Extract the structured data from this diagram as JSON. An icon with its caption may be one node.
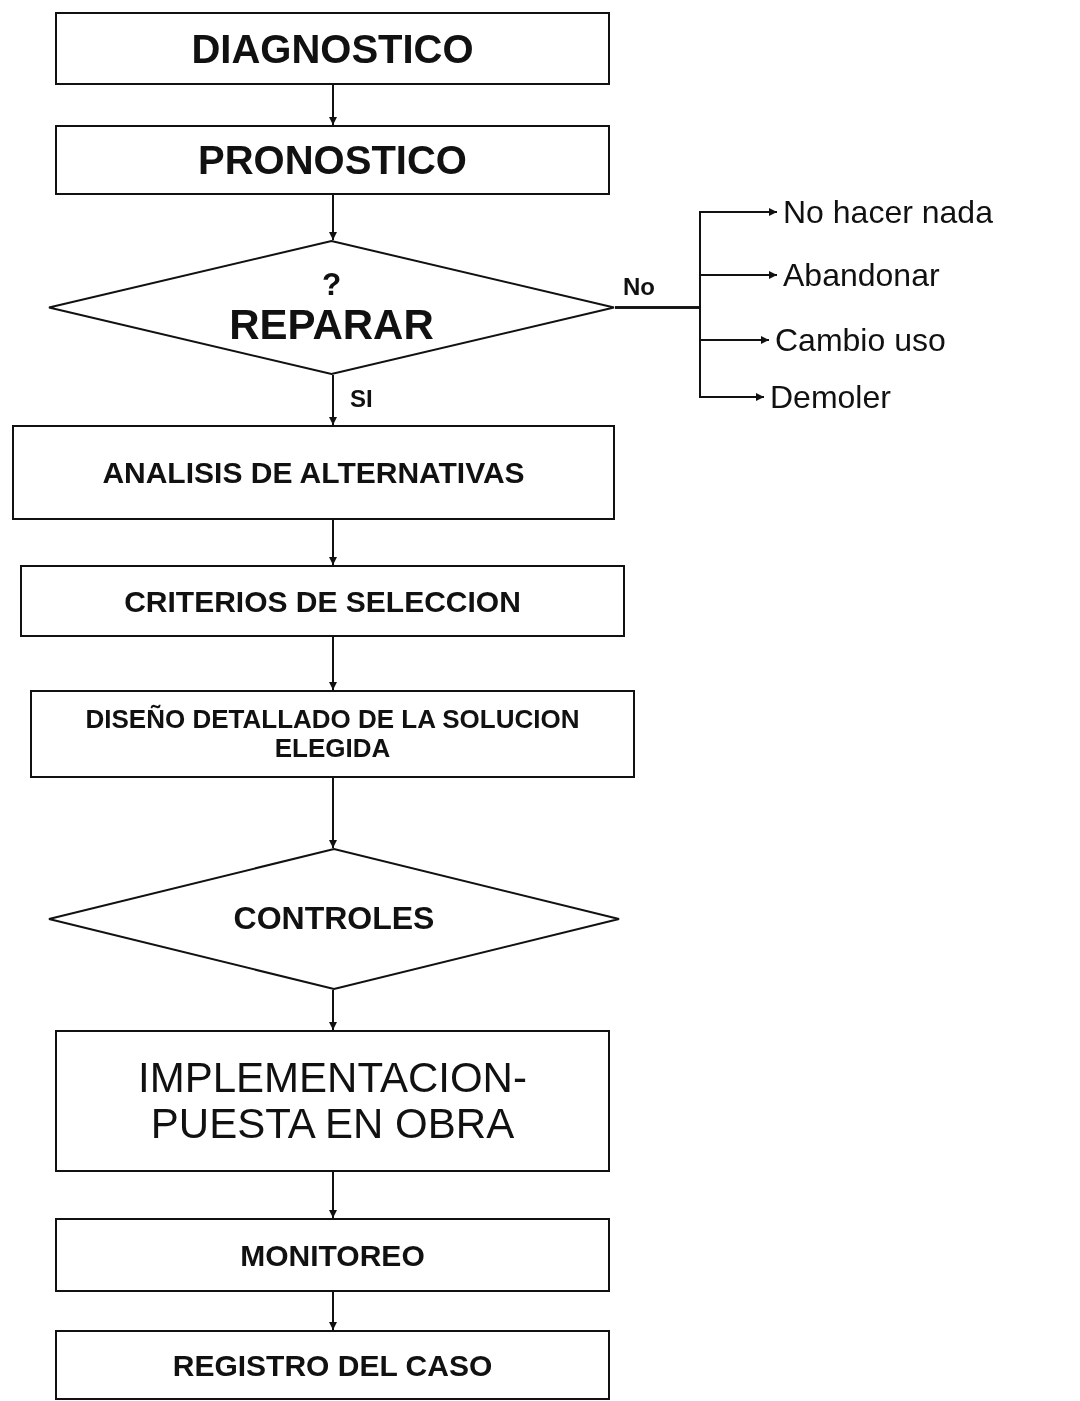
{
  "diagram": {
    "nodes": [
      {
        "text": [
          "DIAGNOSTICO"
        ]
      },
      {
        "text": [
          "PRONOSTICO"
        ]
      },
      {
        "text": [
          "?",
          "REPARAR"
        ]
      },
      {
        "text": [
          "ANALISIS DE ALTERNATIVAS"
        ]
      },
      {
        "text": [
          "CRITERIOS DE SELECCION"
        ]
      },
      {
        "text": [
          "DISEÑO DETALLADO DE LA SOLUCION ELEGIDA"
        ]
      },
      {
        "text": [
          "CONTROLES"
        ]
      },
      {
        "text": [
          "IMPLEMENTACION- PUESTA EN OBRA"
        ]
      },
      {
        "text": [
          "MONITOREO"
        ]
      },
      {
        "text": [
          "REGISTRO DEL CASO"
        ]
      },
      {
        "text": [
          "No hacer nada"
        ]
      },
      {
        "text": [
          "Abandonar"
        ]
      },
      {
        "text": [
          "Cambio uso"
        ]
      },
      {
        "text": [
          "Demoler"
        ]
      }
    ],
    "edges": [
      {
        "from": 0,
        "to": 1,
        "arrow": "to"
      },
      {
        "from": 1,
        "to": 2,
        "arrow": "to"
      },
      {
        "from": 2,
        "to": 3,
        "arrow": "to",
        "label": "SI"
      },
      {
        "from": 3,
        "to": 4,
        "arrow": "to"
      },
      {
        "from": 4,
        "to": 5,
        "arrow": "to"
      },
      {
        "from": 5,
        "to": 6,
        "arrow": "to"
      },
      {
        "from": 6,
        "to": 7,
        "arrow": "to"
      },
      {
        "from": 7,
        "to": 8,
        "arrow": "to"
      },
      {
        "from": 8,
        "to": 9,
        "arrow": "to"
      },
      {
        "from": 2,
        "to": 10,
        "arrow": "to",
        "label": "No"
      },
      {
        "from": 2,
        "to": 11,
        "arrow": "to"
      },
      {
        "from": 2,
        "to": 12,
        "arrow": "to"
      },
      {
        "from": 2,
        "to": 13,
        "arrow": "to"
      }
    ]
  }
}
